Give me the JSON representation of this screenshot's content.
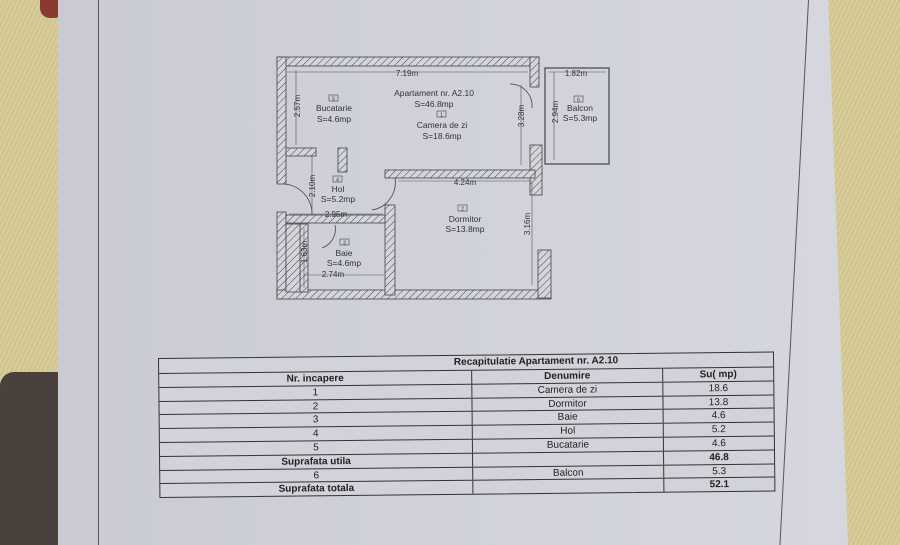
{
  "floor_plan": {
    "apartment_label": "Apartament nr. A2.10",
    "apartment_area": "S=46.8mp",
    "rooms": [
      {
        "tag": "1",
        "name": "Camera de zi",
        "area": "S=18.6mp"
      },
      {
        "tag": "2",
        "name": "Dormitor",
        "area": "S=13.8mp"
      },
      {
        "tag": "3",
        "name": "Baie",
        "area": "S=4.6mp"
      },
      {
        "tag": "4",
        "name": "Hol",
        "area": "S=5.2mp"
      },
      {
        "tag": "5",
        "name": "Bucatarie",
        "area": "S=4.6mp"
      },
      {
        "tag": "6",
        "name": "Balcon",
        "area": "S=5.3mp"
      }
    ],
    "dimensions": {
      "top_width": "7.19m",
      "kitchen_height": "2.57m",
      "living_height": "3.28m",
      "balcony_width": "1.82m",
      "balcony_height": "2.94m",
      "bedroom_width": "4.24m",
      "bedroom_height": "3.16m",
      "hall_height": "2.10m",
      "hall_width": "2.95m",
      "bath_height": "1.63m",
      "bath_width": "2.74m"
    }
  },
  "table": {
    "title": "Recapitulatie Apartament nr. A2.10",
    "headers": [
      "Nr. incapere",
      "Denumire",
      "Su( mp)"
    ],
    "rows": [
      [
        "1",
        "Camera de zi",
        "18.6"
      ],
      [
        "2",
        "Dormitor",
        "13.8"
      ],
      [
        "3",
        "Baie",
        "4.6"
      ],
      [
        "4",
        "Hol",
        "5.2"
      ],
      [
        "5",
        "Bucatarie",
        "4.6"
      ],
      [
        "Suprafata utila",
        "",
        "46.8"
      ],
      [
        "6",
        "Balcon",
        "5.3"
      ],
      [
        "Suprafata totala",
        "",
        "52.1"
      ]
    ]
  }
}
